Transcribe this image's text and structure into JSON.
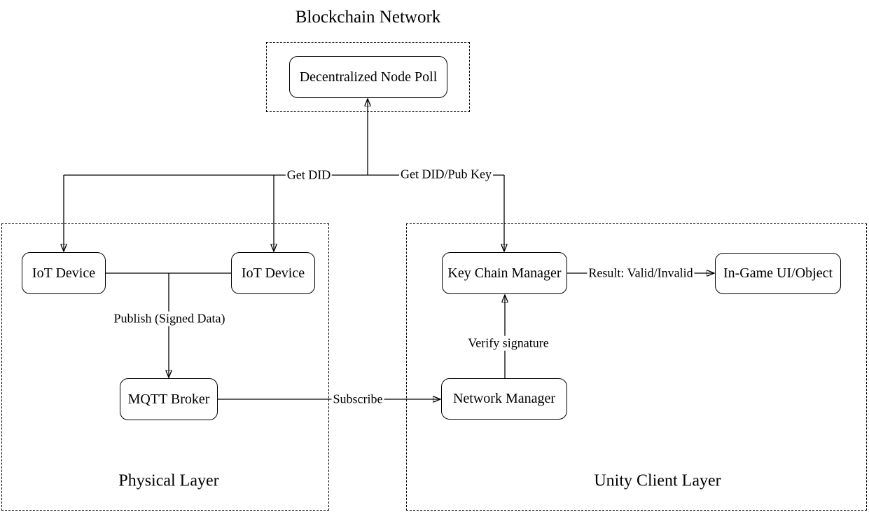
{
  "diagram": {
    "blockchain_layer": {
      "title": "Blockchain Network"
    },
    "physical_layer": {
      "title": "Physical Layer"
    },
    "unity_layer": {
      "title": "Unity Client Layer"
    },
    "nodes": {
      "decentralized_node_poll": "Decentralized Node Poll",
      "iot_device_1": "IoT Device",
      "iot_device_2": "IoT Device",
      "mqtt_broker": "MQTT Broker",
      "network_manager": "Network Manager",
      "key_chain_manager": "Key Chain Manager",
      "in_game_ui_object": "In-Game UI/Object"
    },
    "edges": {
      "get_did": "Get DID",
      "get_did_pub_key": "Get DID/Pub Key",
      "publish_signed_data": "Publish (Signed Data)",
      "subscribe": "Subscribe",
      "verify_signature": "Verify signature",
      "result_valid_invalid": "Result: Valid/Invalid"
    },
    "colors": {
      "stroke": "#000000",
      "background": "#ffffff"
    }
  }
}
